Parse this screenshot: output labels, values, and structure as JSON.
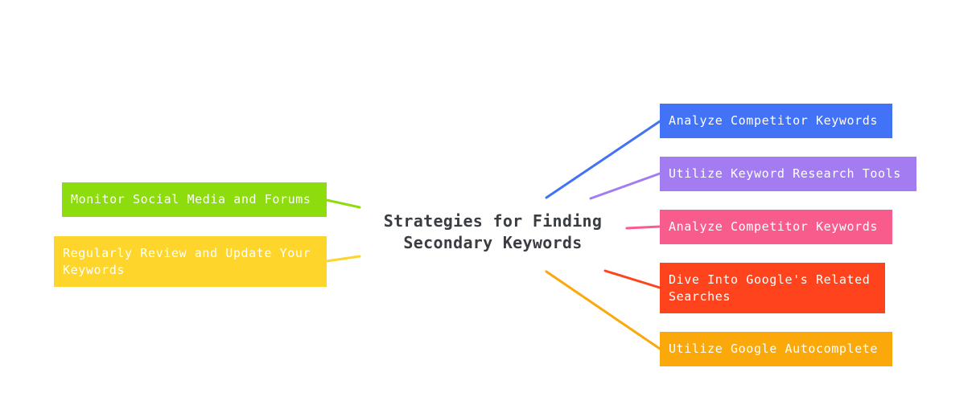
{
  "central": {
    "line1": "Strategies for Finding",
    "line2": "Secondary Keywords"
  },
  "nodes": [
    {
      "id": "r1",
      "text": "Analyze Competitor Keywords",
      "color": "#4272f5"
    },
    {
      "id": "r2",
      "text": "Utilize Keyword Research Tools",
      "color": "#a27cf0"
    },
    {
      "id": "r3",
      "text": "Analyze Competitor Keywords",
      "color": "#f75c8d"
    },
    {
      "id": "r4",
      "text": "Dive Into Google's Related Searches",
      "color": "#ff431c"
    },
    {
      "id": "r5",
      "text": "Utilize Google Autocomplete",
      "color": "#faa80a"
    },
    {
      "id": "l1",
      "text": "Monitor Social Media and Forums",
      "color": "#8ddc0d"
    },
    {
      "id": "l2",
      "text": "Regularly Review and Update Your Keywords",
      "color": "#fed52a"
    }
  ]
}
